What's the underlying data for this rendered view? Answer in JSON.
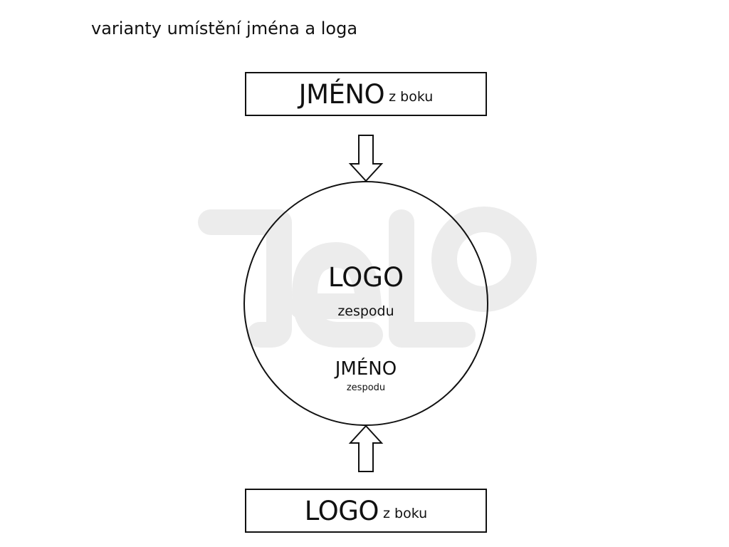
{
  "title": "varianty umístění jména a loga",
  "top_box": {
    "main": "JMÉNO",
    "sub": "z boku"
  },
  "circle": {
    "logo": "LOGO",
    "logo_sub": "zespodu",
    "name": "JMÉNO",
    "name_sub": "zespodu"
  },
  "bottom_box": {
    "main": "LOGO",
    "sub": "z boku"
  },
  "watermark": {
    "text": "TeLO",
    "color": "#ececec"
  },
  "colors": {
    "stroke": "#111111",
    "background": "#ffffff"
  }
}
